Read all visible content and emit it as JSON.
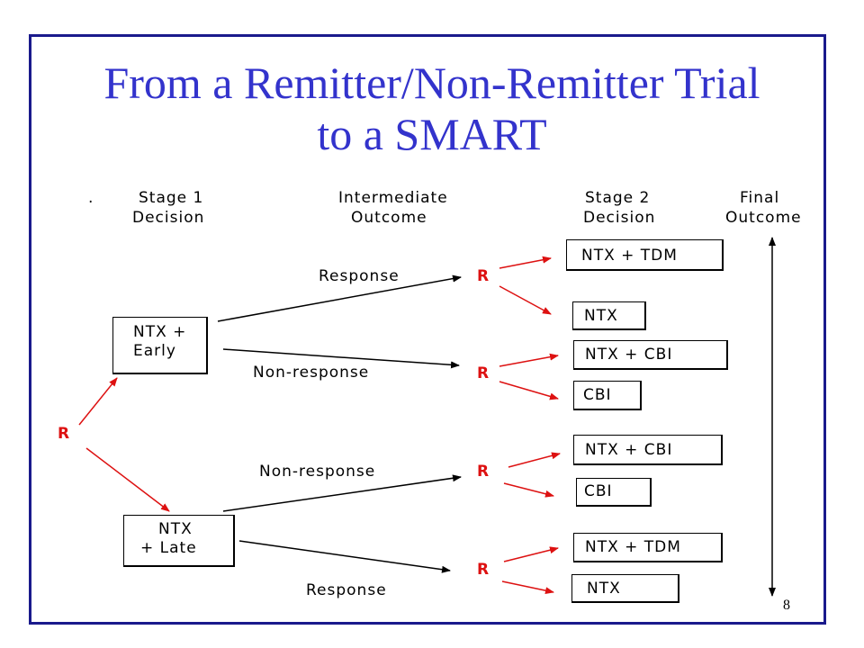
{
  "title": {
    "line1": "From a Remitter/Non-Remitter Trial",
    "line2": "to a SMART"
  },
  "headers": {
    "dot": ".",
    "stage1_l1": "Stage 1",
    "stage1_l2": "Decision",
    "intermediate_l1": "Intermediate",
    "intermediate_l2": "Outcome",
    "stage2_l1": "Stage 2",
    "stage2_l2": "Decision",
    "final_l1": "Final",
    "final_l2": "Outcome"
  },
  "randomization_label": "R",
  "stage1_boxes": [
    {
      "line1": "NTX +",
      "line2": "Early"
    },
    {
      "line1": "NTX",
      "line2": "+ Late"
    }
  ],
  "edge_labels": {
    "early_response": "Response",
    "early_nonresponse": "Non-response",
    "late_nonresponse": "Non-response",
    "late_response": "Response"
  },
  "stage2_boxes": [
    "NTX + TDM",
    "NTX",
    "NTX + CBI",
    "CBI",
    "NTX + CBI",
    "CBI",
    "NTX + TDM",
    "NTX"
  ],
  "colors": {
    "title": "#3333cc",
    "frame": "#1a1a8c",
    "randomization": "#dd1111",
    "arrows_black": "#000000",
    "arrows_red": "#dd1111"
  },
  "page_number": "8"
}
